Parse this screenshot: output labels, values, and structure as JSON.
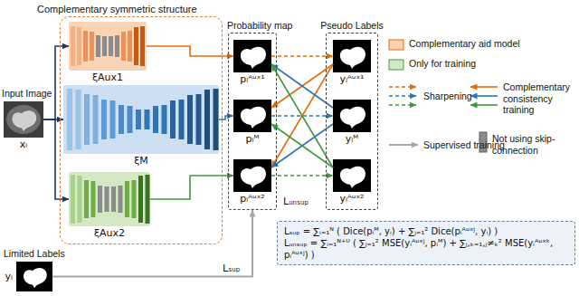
{
  "diagram": {
    "nodes": [
      {
        "text": [
          "Complementary symmetric structure"
        ]
      },
      {
        "text": [
          "ξAux1"
        ],
        "in": 0
      },
      {
        "text": [
          "ξM"
        ],
        "in": 0
      },
      {
        "text": [
          "ξAux2"
        ],
        "in": 0
      },
      {
        "text": [
          "Input Image",
          "xᵢ"
        ]
      },
      {
        "text": [
          "Probability map"
        ]
      },
      {
        "text": [
          "pᵢᴬᵘˣ¹"
        ],
        "in": 5
      },
      {
        "text": [
          "pᵢᴹ"
        ],
        "in": 5
      },
      {
        "text": [
          "pᵢᴬᵘˣ²"
        ],
        "in": 5
      },
      {
        "text": [
          "Pseudo Labels"
        ]
      },
      {
        "text": [
          "yᵢᴬᵘˣ¹"
        ],
        "in": 9
      },
      {
        "text": [
          "yᵢᴹ"
        ],
        "in": 9
      },
      {
        "text": [
          "yᵢᴬᵘˣ²"
        ],
        "in": 9
      },
      {
        "text": [
          "Limited Labels",
          "yᵢ"
        ]
      },
      {
        "text": [
          "Lₛᵤₚ = ∑ᵢ₌₁ᴺ ( Dice(pᵢᴹ, yᵢ) + ∑ⱼ₌₁² Dice(pᵢᴬᵘˣʲ, yᵢ) )",
          "Lᵤₙₛᵤₚ = ∑ᵢ₌₁ᴺ⁺ᵁ ( ∑ⱼ₌₁² MSE(yᵢᴬᵘˣʲ, pᵢᴹ) + ∑ⱼ,ₖ₌₁,ⱼ≠ₖ² MSE(yᵢᴬᵘˣᵏ, pᵢᴬᵘˣʲ) )"
        ]
      }
    ],
    "edges": [
      {
        "from": 4,
        "to": 1,
        "arrow": "to"
      },
      {
        "from": 4,
        "to": 2,
        "arrow": "to"
      },
      {
        "from": 4,
        "to": 3,
        "arrow": "to"
      },
      {
        "from": 1,
        "to": 6,
        "arrow": "to"
      },
      {
        "from": 2,
        "to": 7,
        "arrow": "to"
      },
      {
        "from": 3,
        "to": 8,
        "arrow": "to"
      },
      {
        "from": 6,
        "to": 10,
        "arrow": "to"
      },
      {
        "from": 7,
        "to": 11,
        "arrow": "to"
      },
      {
        "from": 8,
        "to": 12,
        "arrow": "to"
      },
      {
        "from": 10,
        "to": 7,
        "arrow": "to"
      },
      {
        "from": 10,
        "to": 8,
        "arrow": "to"
      },
      {
        "from": 11,
        "to": 6,
        "arrow": "to"
      },
      {
        "from": 11,
        "to": 8,
        "arrow": "to"
      },
      {
        "from": 12,
        "to": 6,
        "arrow": "to"
      },
      {
        "from": 12,
        "to": 7,
        "arrow": "to"
      },
      {
        "from": 13,
        "to": 5,
        "label": "Lₛᵤₚ",
        "arrow": "to"
      }
    ],
    "labels": [
      "Lᵤₙₛᵤₚ"
    ],
    "legend": [
      {
        "text": "Complementary aid model",
        "color": "#f9d3b6"
      },
      {
        "text": "Only for training",
        "color": "#d5e8c6"
      },
      {
        "text": "Sharpening"
      },
      {
        "text": "Complementary consistency training"
      },
      {
        "text": "Supervised training"
      },
      {
        "text": "Not using skip-connection",
        "color": "#8c8c8c"
      }
    ]
  }
}
